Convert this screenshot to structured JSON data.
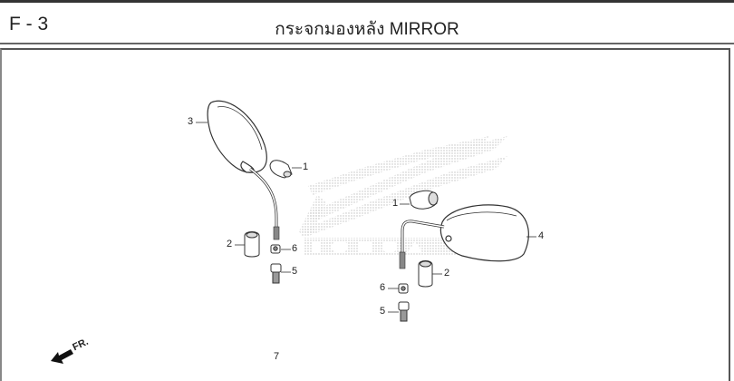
{
  "header": {
    "code": "F - 3",
    "title": "กระจกมองหลัง  MIRROR"
  },
  "diagram": {
    "watermark": "HONDA",
    "direction_indicator": "FR.",
    "callouts": [
      {
        "id": "c1a",
        "number": "1",
        "part": "right cap / boot"
      },
      {
        "id": "c1b",
        "number": "1",
        "part": "left cap / boot"
      },
      {
        "id": "c2a",
        "number": "2",
        "part": "cover"
      },
      {
        "id": "c2b",
        "number": "2",
        "part": "cover"
      },
      {
        "id": "c3",
        "number": "3",
        "part": "right mirror assembly"
      },
      {
        "id": "c4",
        "number": "4",
        "part": "left mirror assembly"
      },
      {
        "id": "c5a",
        "number": "5",
        "part": "adapter bolt"
      },
      {
        "id": "c5b",
        "number": "5",
        "part": "adapter bolt"
      },
      {
        "id": "c6a",
        "number": "6",
        "part": "nut"
      },
      {
        "id": "c6b",
        "number": "6",
        "part": "nut"
      }
    ]
  },
  "footer": {
    "page_number": "7"
  }
}
